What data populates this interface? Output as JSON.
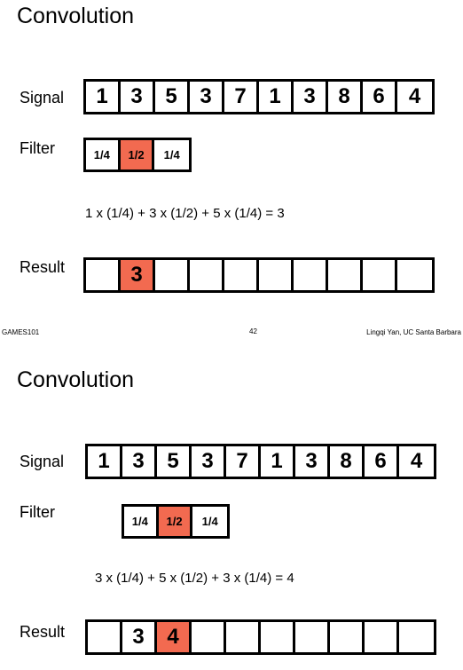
{
  "slides": [
    {
      "title": "Convolution",
      "signal_label": "Signal",
      "signal": [
        "1",
        "3",
        "5",
        "3",
        "7",
        "1",
        "3",
        "8",
        "6",
        "4"
      ],
      "filter_label": "Filter",
      "filter": [
        "1/4",
        "1/2",
        "1/4"
      ],
      "equation": "1 x (1/4) + 3 x (1/2) + 5 x (1/4) = 3",
      "result_label": "Result",
      "result": [
        "",
        "3",
        "",
        "",
        "",
        "",
        "",
        "",
        "",
        ""
      ],
      "footer_left": "GAMES101",
      "page_number": "42",
      "footer_right": "Lingqi Yan, UC Santa Barbara"
    },
    {
      "title": "Convolution",
      "signal_label": "Signal",
      "signal": [
        "1",
        "3",
        "5",
        "3",
        "7",
        "1",
        "3",
        "8",
        "6",
        "4"
      ],
      "filter_label": "Filter",
      "filter": [
        "1/4",
        "1/2",
        "1/4"
      ],
      "equation": "3 x (1/4) + 5 x (1/2) + 3 x (1/4) = 4",
      "result_label": "Result",
      "result": [
        "",
        "3",
        "4",
        "",
        "",
        "",
        "",
        "",
        "",
        ""
      ]
    }
  ],
  "colors": {
    "highlight": "#f26a50"
  }
}
